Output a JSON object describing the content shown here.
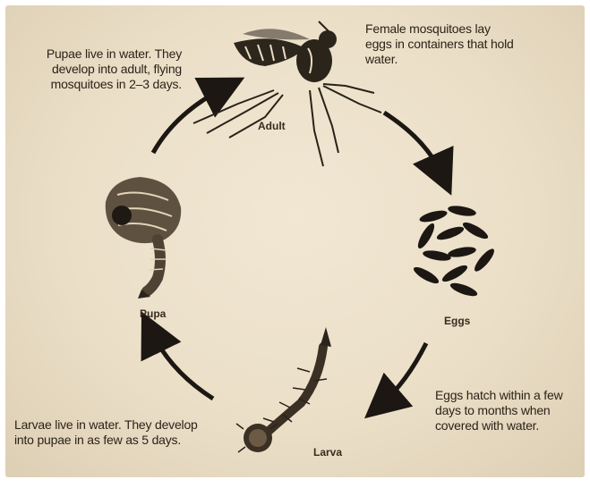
{
  "stages": {
    "adult": "Adult",
    "eggs": "Eggs",
    "larva": "Larva",
    "pupa": "Pupa"
  },
  "notes": {
    "adult": "Female mosquitoes lay eggs in containers that hold water.",
    "pupa": "Pupae live in water. They develop into adult, flying mosquitoes in 2–3 days.",
    "larva": "Larvae live in water. They develop into pupae in as few as 5 days.",
    "eggs": "Eggs hatch within a few days to months when covered with water."
  },
  "icons": {
    "adult": "mosquito-adult-icon",
    "eggs": "eggs-cluster-icon",
    "larva": "larva-icon",
    "pupa": "pupa-icon",
    "arrow": "cycle-arrow-icon"
  },
  "colors": {
    "paper": "#ebdfc8",
    "ink": "#1c1712",
    "label": "#3a2a1e"
  }
}
